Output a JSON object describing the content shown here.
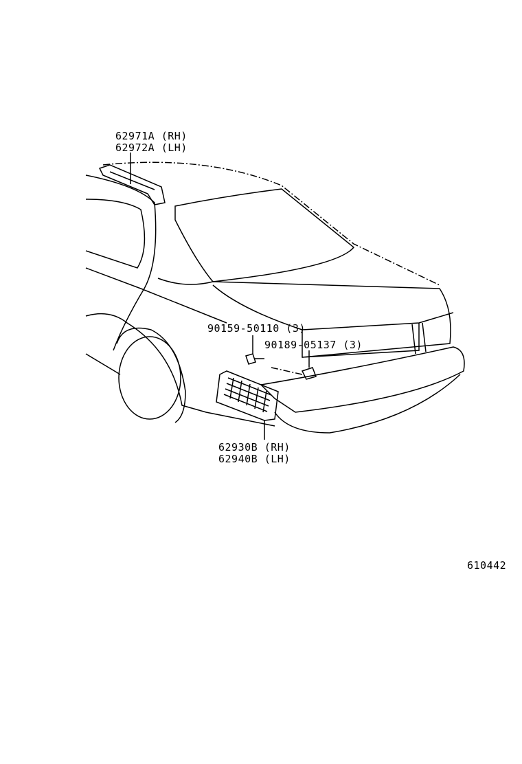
{
  "parts": [
    {
      "id": "roof-molding",
      "lines": [
        "62971A (RH)",
        "62972A (LH)"
      ]
    },
    {
      "id": "screw",
      "lines": [
        "90159-50110 (3)"
      ]
    },
    {
      "id": "clip",
      "lines": [
        "90189-05137 (3)"
      ]
    },
    {
      "id": "quarter-vent",
      "lines": [
        "62930B (RH)",
        "62940B (LH)"
      ]
    }
  ],
  "diagram_code": "610442"
}
